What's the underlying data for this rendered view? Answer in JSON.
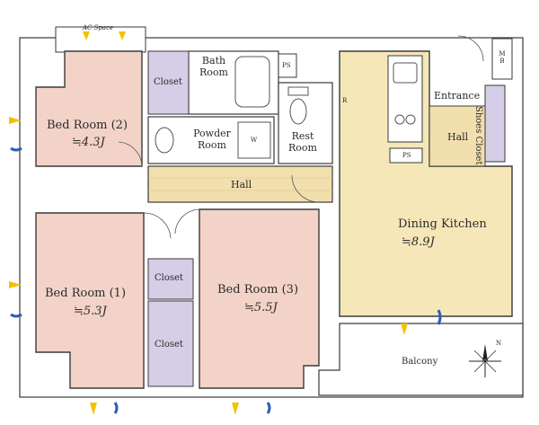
{
  "colors": {
    "bedroom_fill": "#f3d3c8",
    "dining_fill": "#f6e7b8",
    "hall_fill": "#f1dfae",
    "closet_fill": "#d6cde6",
    "wet_fill": "#ffffff",
    "wall": "#3a3a3a",
    "balcony_fill": "#ffffff",
    "arrow_yellow": "#f2c200",
    "arrow_blue": "#2d5fb4"
  },
  "rooms": {
    "ac_space": "AC Space",
    "bed2": {
      "name": "Bed Room (2)",
      "size": "≒4.3J"
    },
    "bed1": {
      "name": "Bed Room (1)",
      "size": "≒5.3J"
    },
    "bed3": {
      "name": "Bed Room (3)",
      "size": "≒5.5J"
    },
    "dining": {
      "name": "Dining Kitchen",
      "size": "≒8.9J"
    },
    "bath": "Bath Room",
    "powder": "Powder Room",
    "rest": "Rest Room",
    "hall_main": "Hall",
    "hall_entry": "Hall",
    "entrance": "Entrance",
    "shoes_closet": "Shoes Closet",
    "closet_top": "Closet",
    "closet_mid": "Closet",
    "closet_low": "Closet",
    "balcony": "Balcony",
    "ps_bath": "PS",
    "ps_kitchen": "PS",
    "w_mark": "W",
    "mb": "M B",
    "r_mark": "R",
    "north": "N"
  }
}
